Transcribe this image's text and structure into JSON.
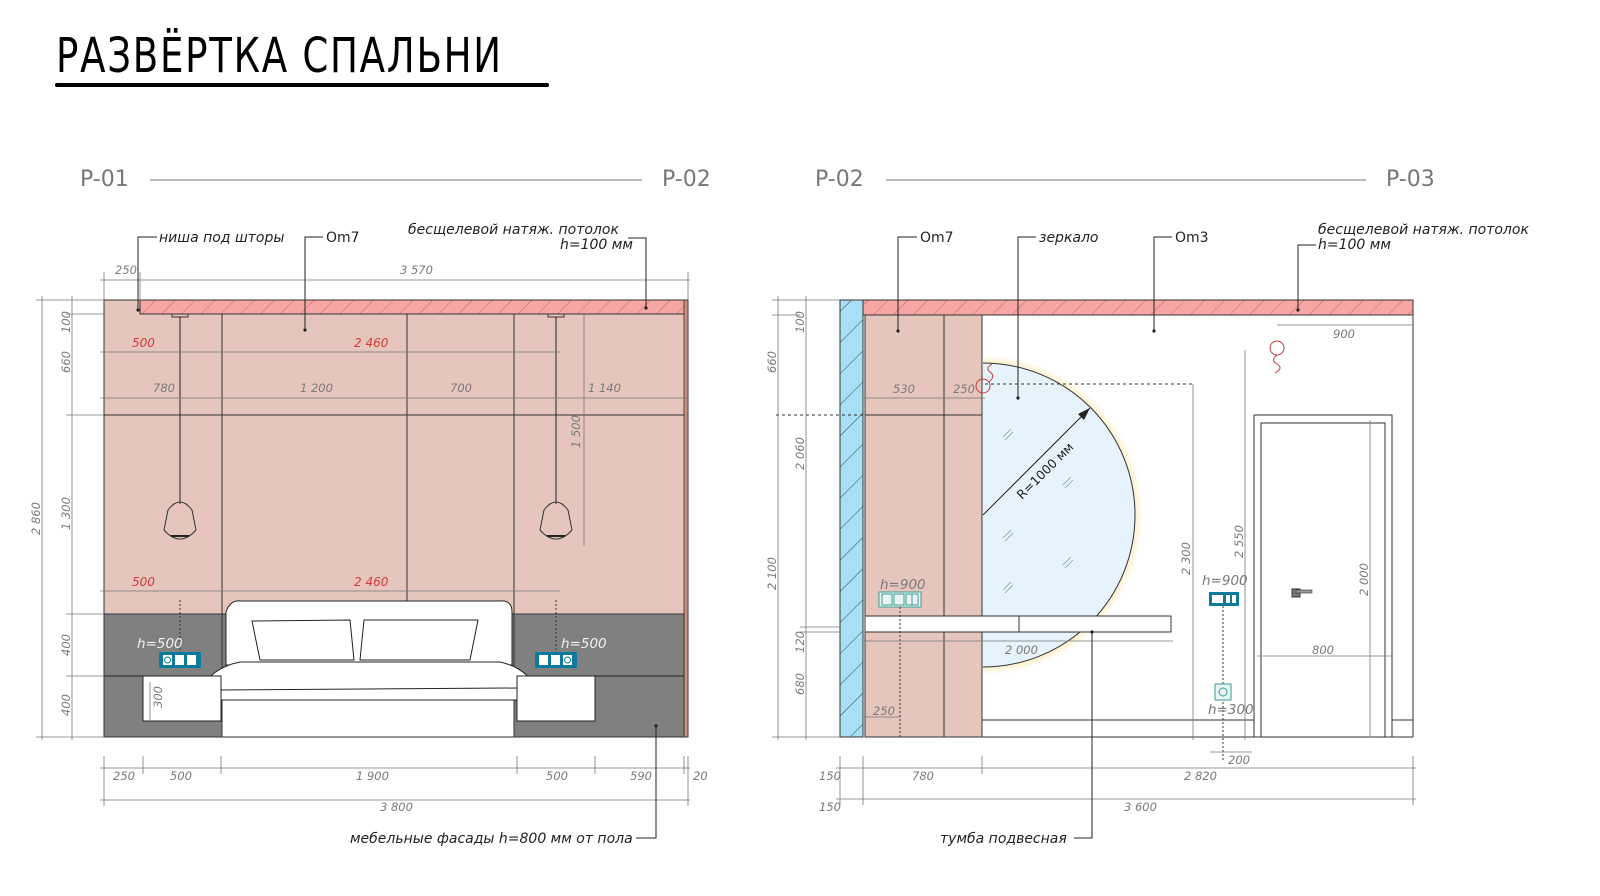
{
  "title": "РАЗВЁРТКА СПАЛЬНИ",
  "colors": {
    "wall_panel": "#e6c6bc",
    "ceiling": "#f7a6a6",
    "furniture_facade": "#808080",
    "mirror": "#e6f3fd",
    "mirror_glow": "#f7dc8a",
    "glass_wall": "#a9dff5",
    "socket": "#0e7a99",
    "dim_text": "#7a7a7a",
    "dim_red": "#d23b3b"
  },
  "elevation_left": {
    "start_mark": "P-01",
    "end_mark": "P-02",
    "callouts": {
      "curtain_niche": "ниша под шторы",
      "finish": "Om7",
      "ceiling_line1": "бесщелевой натяж. потолок",
      "ceiling_line2": "h=100 мм",
      "facades": "мебельные фасады h=800 мм от пола"
    },
    "top_dims": [
      "250",
      "3 570"
    ],
    "red_dims_top": [
      "500",
      "2 460"
    ],
    "red_dims_bottom": [
      "500",
      "2 460"
    ],
    "panel_dims": [
      "780",
      "1 200",
      "700",
      "1 140"
    ],
    "pendant_drop": "1 500",
    "left_vertical_dims": [
      "100",
      "660",
      "1 300",
      "400",
      "400"
    ],
    "overall_height": "2 860",
    "nightstand_height": "300",
    "socket_left_label": "h=500",
    "socket_right_label": "h=500",
    "bottom_dims": [
      "250",
      "500",
      "1 900",
      "500",
      "590",
      "20"
    ],
    "overall_width": "3 800"
  },
  "elevation_right": {
    "start_mark": "P-02",
    "end_mark": "P-03",
    "callouts": {
      "finish_left": "Om7",
      "mirror": "зеркало",
      "finish_right": "Om3",
      "ceiling_line1": "бесщелевой натяж. потолок",
      "ceiling_line2": "h=100 мм",
      "vanity": "тумба подвесная"
    },
    "left_vertical_dims": [
      "100",
      "660",
      "2 060",
      "2 100",
      "120",
      "680"
    ],
    "panel_dims": [
      "530",
      "250"
    ],
    "mirror_radius": "R=1000 мм",
    "mirror_height": "2 300",
    "vanity_width": "2 000",
    "socket_offset": "250",
    "socket_vanity_label": "h=900",
    "lamp_offset": "900",
    "door_opening_height": "2 550",
    "door_height": "2 000",
    "door_width": "800",
    "switch_label": "h=900",
    "socket_low_label": "h=300",
    "socket_low_offset": "200",
    "bottom_dims": [
      "150",
      "780",
      "2 820"
    ],
    "overall_dims": [
      "150",
      "3 600"
    ]
  }
}
